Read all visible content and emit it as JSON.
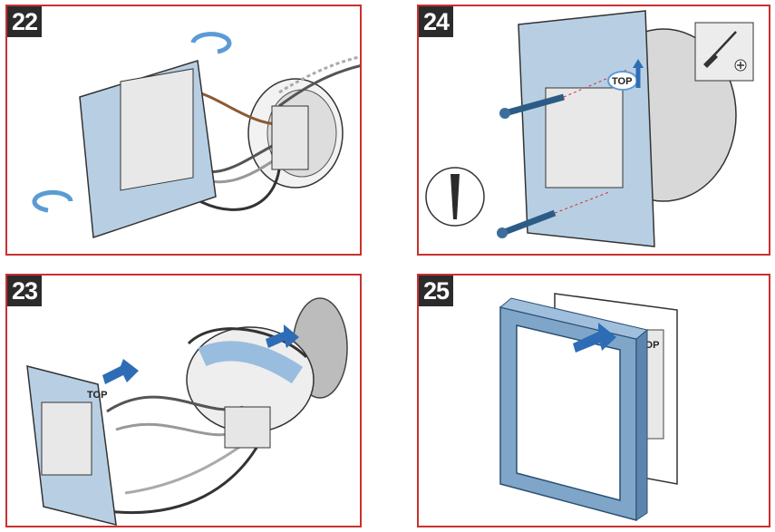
{
  "steps": [
    {
      "number": "22"
    },
    {
      "number": "24",
      "top_label": "TOP",
      "tool_icon": "screwdriver-plus-icon"
    },
    {
      "number": "23",
      "top_label": "TOP"
    },
    {
      "number": "25",
      "top_label": "TOP"
    }
  ],
  "colors": {
    "frame_border": "#c8312f",
    "number_badge": "#2b2b2b",
    "plate_blue": "#b8cfe3",
    "arrow_blue": "#2e6db5"
  }
}
